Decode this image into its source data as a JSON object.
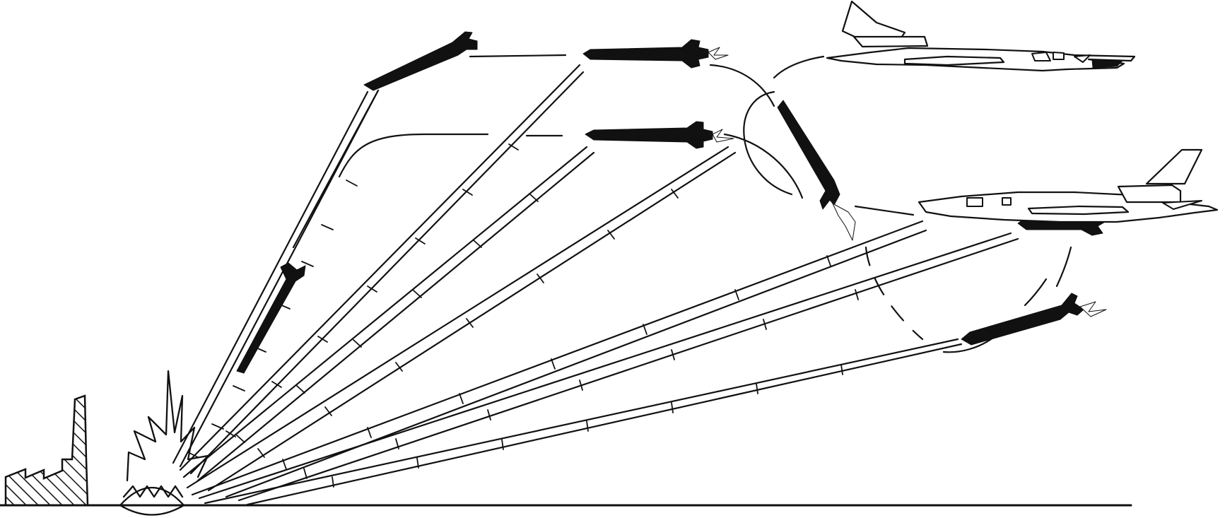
{
  "figure": {
    "background_color": "#ffffff",
    "ink_color": "#111111",
    "elements": [
      "factory-target",
      "ground-explosion",
      "upper-bomber-aircraft",
      "lower-bomber-aircraft",
      "cruise-missile-paths",
      "launched-missiles"
    ]
  }
}
